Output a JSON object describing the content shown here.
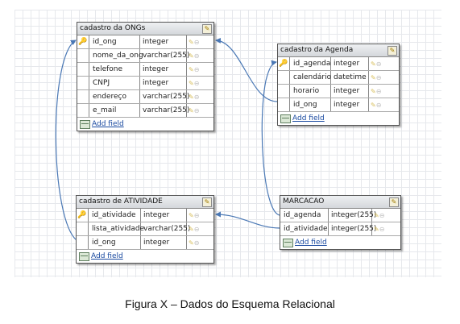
{
  "tables": {
    "ongs": {
      "title": "cadastro da ONGs",
      "fields": [
        {
          "name": "id_ong",
          "type": "integer"
        },
        {
          "name": "nome_da_ong",
          "type": "varchar(255)"
        },
        {
          "name": "telefone",
          "type": "integer"
        },
        {
          "name": "CNPJ",
          "type": "integer"
        },
        {
          "name": "endereço",
          "type": "varchar(255)"
        },
        {
          "name": "e_mail",
          "type": "varchar(255)"
        }
      ],
      "add_label": "Add field"
    },
    "agenda": {
      "title": "cadastro da Agenda",
      "fields": [
        {
          "name": "id_agenda",
          "type": "integer"
        },
        {
          "name": "calendário",
          "type": "datetime"
        },
        {
          "name": "horario",
          "type": "integer"
        },
        {
          "name": "id_ong",
          "type": "integer"
        }
      ],
      "add_label": "Add field"
    },
    "atividade": {
      "title": "cadastro de ATIVIDADE",
      "fields": [
        {
          "name": "id_atividade",
          "type": "integer"
        },
        {
          "name": "lista_atividade",
          "type": "varchar(255)"
        },
        {
          "name": "id_ong",
          "type": "integer"
        }
      ],
      "add_label": "Add field"
    },
    "marcacao": {
      "title": "MARCACAO",
      "fields": [
        {
          "name": "id_agenda",
          "type": "integer(255)"
        },
        {
          "name": "id_atividade",
          "type": "integer(255)"
        }
      ],
      "add_label": "Add field"
    }
  },
  "icons": {
    "primary_key": "key-icon",
    "edit_table": "edit-table-icon",
    "edit_field": "pencil-icon",
    "delete_field": "minus-icon",
    "add_field": "add-field-icon"
  },
  "colors": {
    "link_line": "#4a78b5",
    "add_link": "#1a4aa0",
    "key": "#c89b00"
  },
  "caption": "Figura X – Dados do Esquema Relacional"
}
